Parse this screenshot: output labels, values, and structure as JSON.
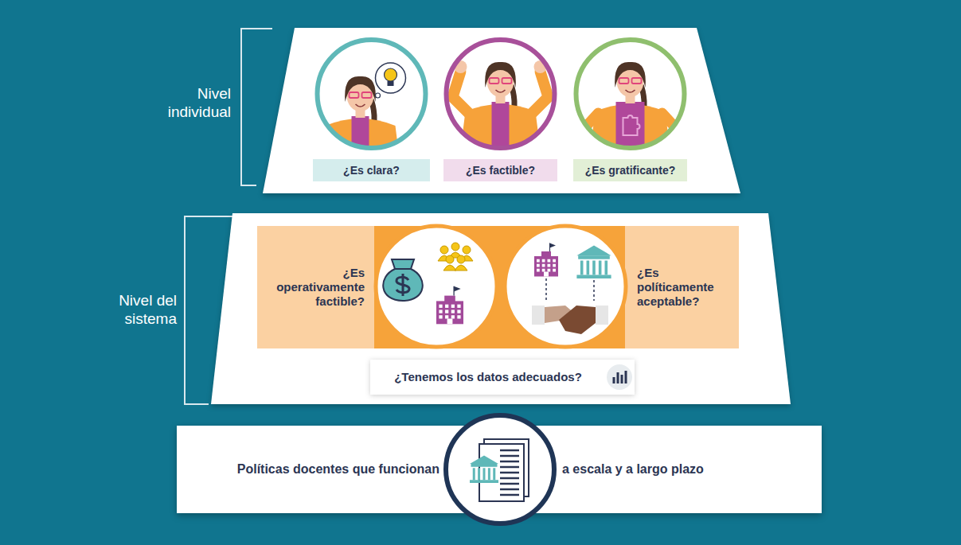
{
  "diagram": {
    "nodes": [
      {
        "text": [
          "Nivel individual"
        ]
      },
      {
        "text": [
          "¿Es clara?"
        ],
        "in": 0
      },
      {
        "text": [
          "¿Es factible?"
        ],
        "in": 0
      },
      {
        "text": [
          "¿Es gratificante?"
        ],
        "in": 0
      },
      {
        "text": [
          "Nivel del sistema"
        ]
      },
      {
        "text": [
          "¿Es operativamente factible?"
        ],
        "in": 4
      },
      {
        "text": [
          "¿Es políticamente aceptable?"
        ],
        "in": 4
      },
      {
        "text": [
          "¿Tenemos los datos adecuados?"
        ],
        "in": 4
      },
      {
        "text": [
          "Políticas docentes que funcionan",
          "a escala y a largo plazo"
        ]
      }
    ]
  }
}
